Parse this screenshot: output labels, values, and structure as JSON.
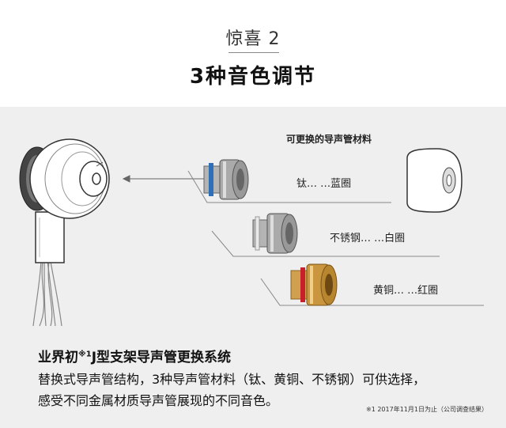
{
  "header": {
    "subtitle": "惊喜 2",
    "title": "3种音色调节"
  },
  "panel": {
    "title": "可更换的导声管材料",
    "materials": [
      {
        "label": "钛… …蓝圈",
        "ring_color": "#2f6fb8"
      },
      {
        "label": "不锈钢… …白圈",
        "ring_color": "#e8e8e8"
      },
      {
        "label": "黄铜… …红圈",
        "ring_color": "#c8202a"
      }
    ]
  },
  "description": {
    "line1_main": "业界初",
    "line1_sup": "※1",
    "line1_rest": "J型支架导声管更换系统",
    "line2": "替换式导声管结构，3种导声管材料（钛、黄铜、不锈钢）可供选择，",
    "line3": "感受不同金属材质导声管展现的不同音色。"
  },
  "footnote": "※1  2017年11月1日为止（公司调查结果）",
  "colors": {
    "panel_bg": "#efefef",
    "brass": "#c9953e",
    "steel": "#a9a9a9"
  }
}
